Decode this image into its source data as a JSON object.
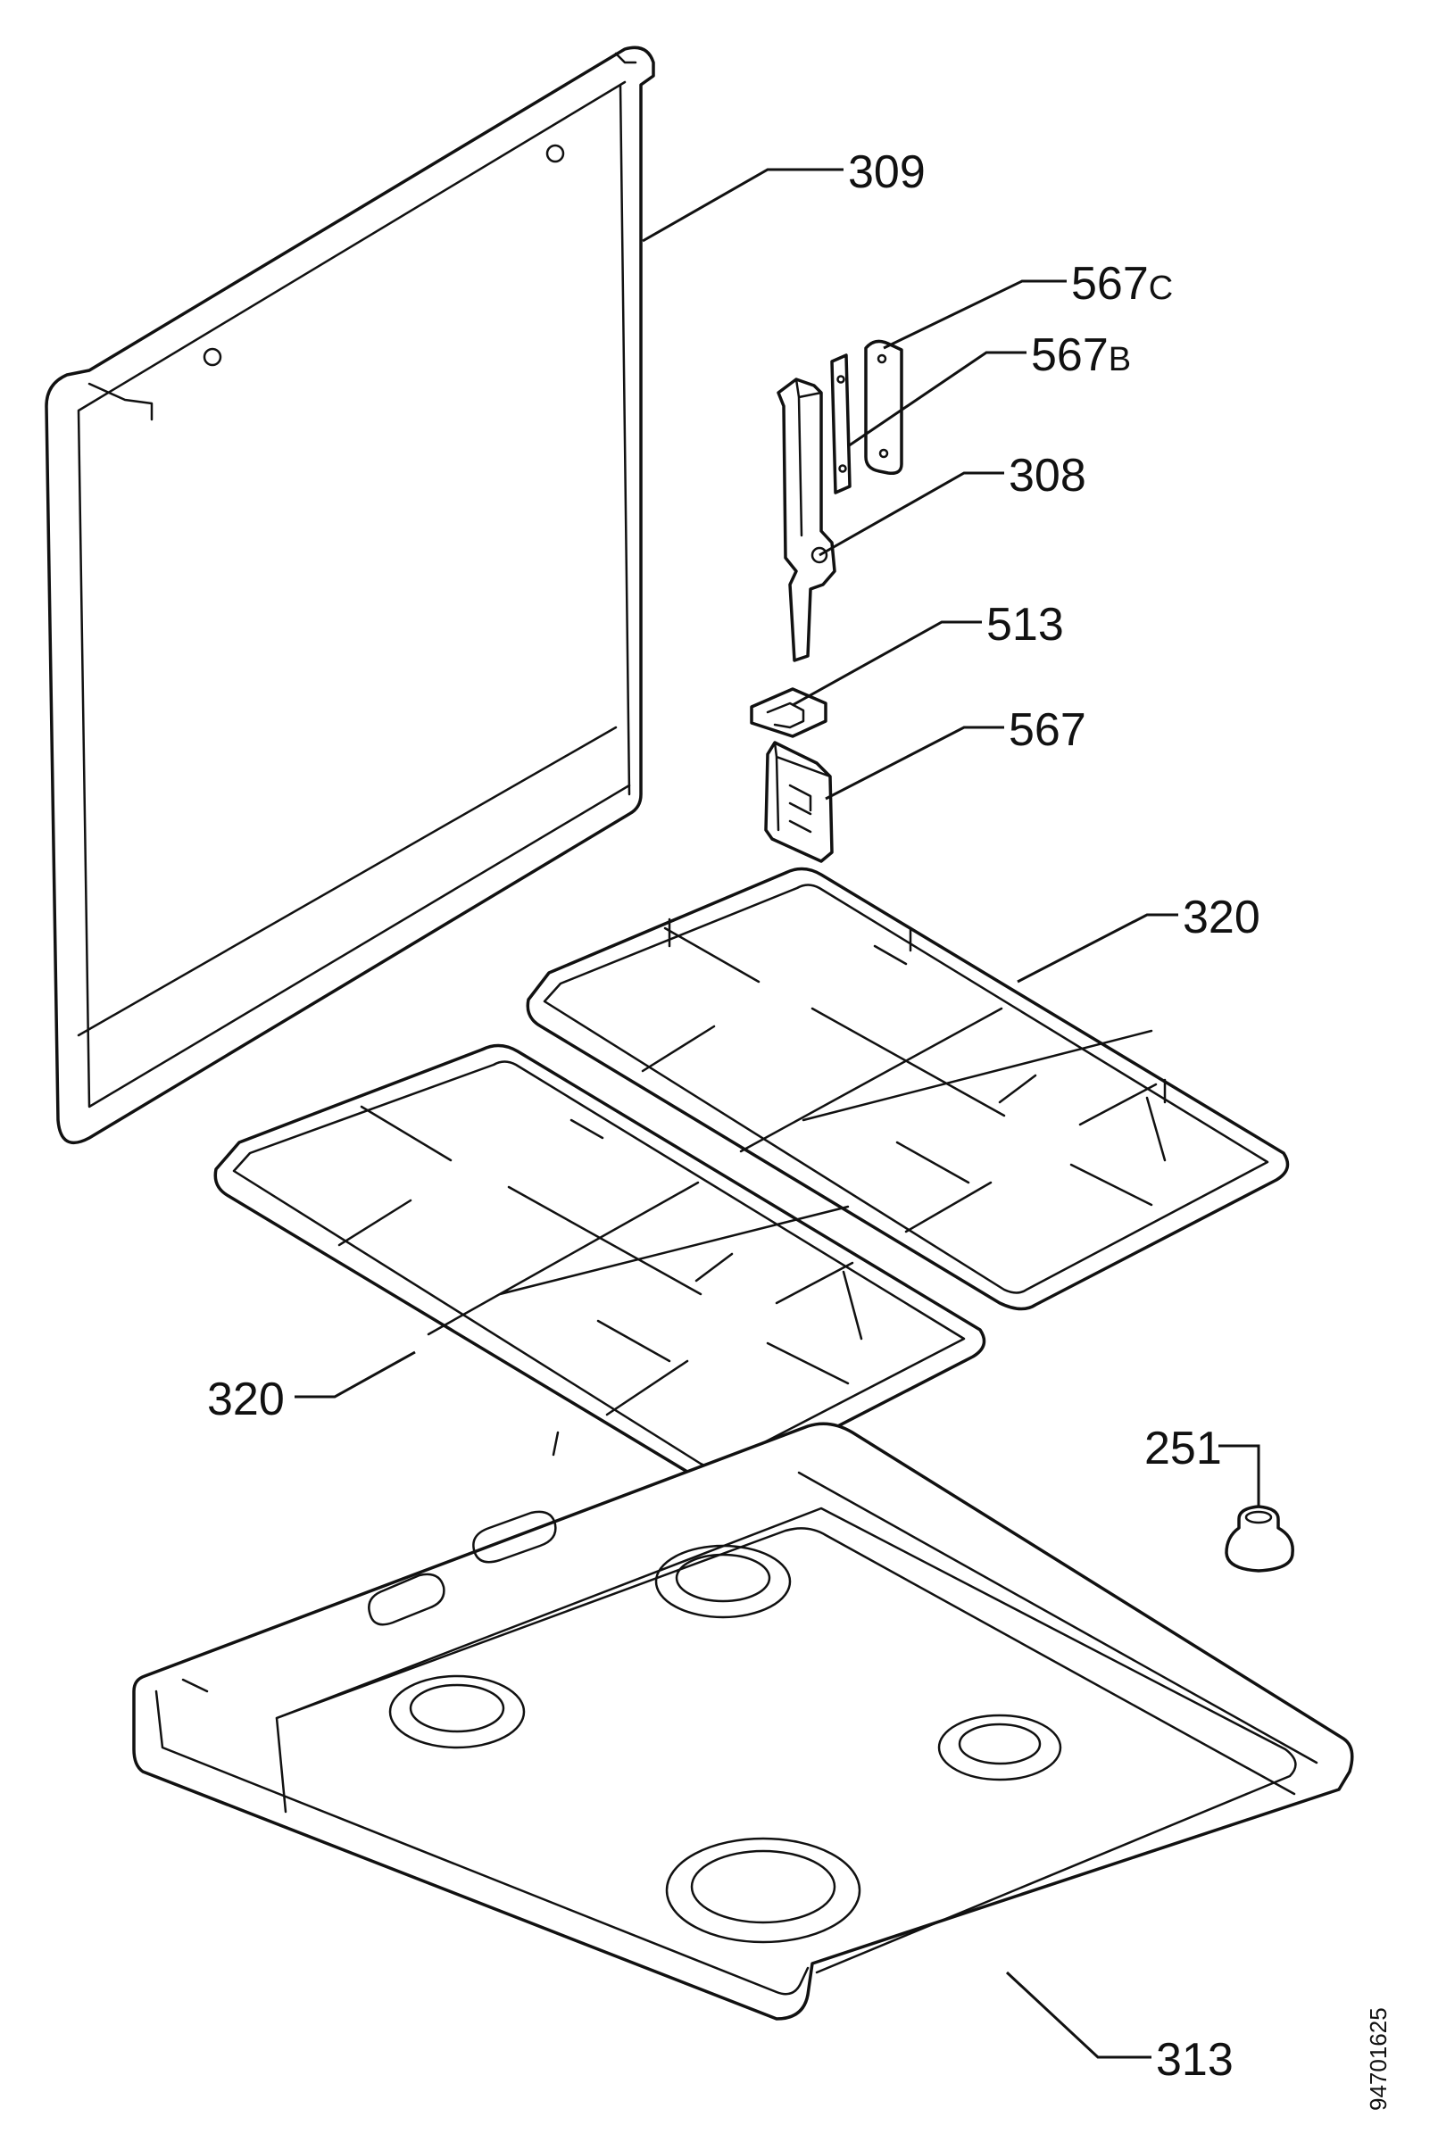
{
  "labels": {
    "p309": "309",
    "p567c_num": "567",
    "p567c_suffix": "C",
    "p567b_num": "567",
    "p567b_suffix": "B",
    "p308": "308",
    "p513": "513",
    "p567": "567",
    "p320_top": "320",
    "p320_left": "320",
    "p251": "251",
    "p313": "313"
  },
  "drawing_code": "94701625",
  "colors": {
    "line": "#111111",
    "background": "#ffffff"
  }
}
